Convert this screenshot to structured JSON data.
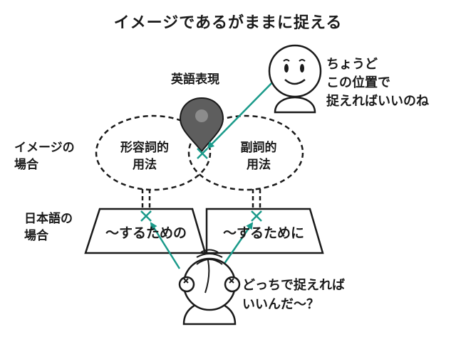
{
  "title": "イメージであるがままに捉える",
  "labels": {
    "eigo_hyogen": "英語表現",
    "image_case": "イメージの\n場合",
    "japanese_case": "日本語の\n場合",
    "adjectival_usage": "形容詞的\n用法",
    "adverbial_usage": "副詞的\n用法",
    "suru_tame_no": "〜するための",
    "suru_tame_ni": "〜するために"
  },
  "speech": {
    "smiling_person": "ちょうど\nこの位置で\n捉えればいいのね",
    "confused_person": "どっちで捉えれば\nいいんだ〜？"
  },
  "colors": {
    "arrow": "#1a9a8a",
    "marker": "#5a5a5a",
    "ink": "#1a1a1a"
  }
}
